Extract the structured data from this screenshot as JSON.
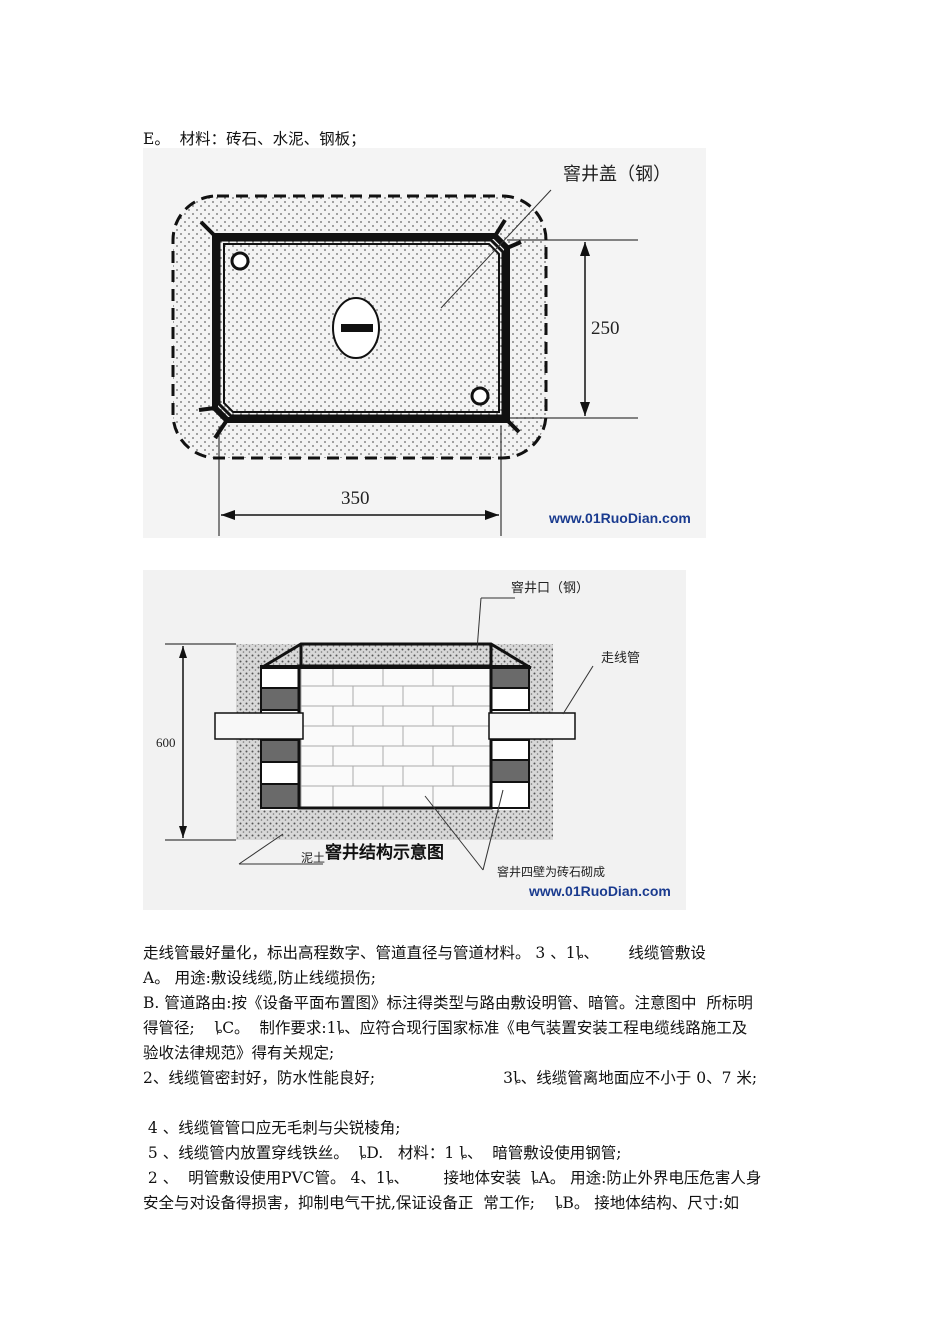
{
  "lines": {
    "l0": "E。  材料：砖石、水泥、钢板；",
    "l1": "走线管最好量化，标出高程数字、管道直径与管道材料。 3 、1ȴ、      线缆管敷设",
    "l2": "A。 用途:敷设线缆,防止线缆损伤;",
    "l3": "B. 管道路由:按《设备平面布置图》标注得类型与路由敷设明管、暗管。注意图中  所标明",
    "l4": "得管径;    ȴC。  制作要求:1ȴ、应符合现行国家标准《电气装置安装工程电缆线路施工及",
    "l5": "验收法律规范》得有关规定;",
    "l6": "2、线缆管密封好，防水性能良好;                          3ȴ、线缆管离地面应不小于 0、7 米;",
    "l7": " 4 、线缆管管口应无毛刺与尖锐棱角;",
    "l8": " 5 、线缆管内放置穿线铁丝。  ȴD.   材料：1 ȴ、  暗管敷设使用钢管;",
    "l9": " 2 、  明管敷设使用PVC管。 4、1ȴ、       接地体安装  ȴA。 用途:防止外界电压危害人身",
    "l10": "安全与对设备得损害，抑制电气干扰,保证设备正  常工作;    ȴB。 接地体结构、尺寸:如"
  },
  "figure1": {
    "callout": "窨井盖（钢）",
    "dim_height": "250",
    "dim_width": "350",
    "watermark": "www.01RuoDian.com"
  },
  "figure2": {
    "callout_top": "窨井口（钢）",
    "callout_pipe": "走线管",
    "dim_height": "600",
    "title": "窨井结构示意图",
    "callout_soil": "泥土",
    "callout_wall": "窨井四壁为砖石砌成",
    "watermark": "www.01RuoDian.com"
  }
}
